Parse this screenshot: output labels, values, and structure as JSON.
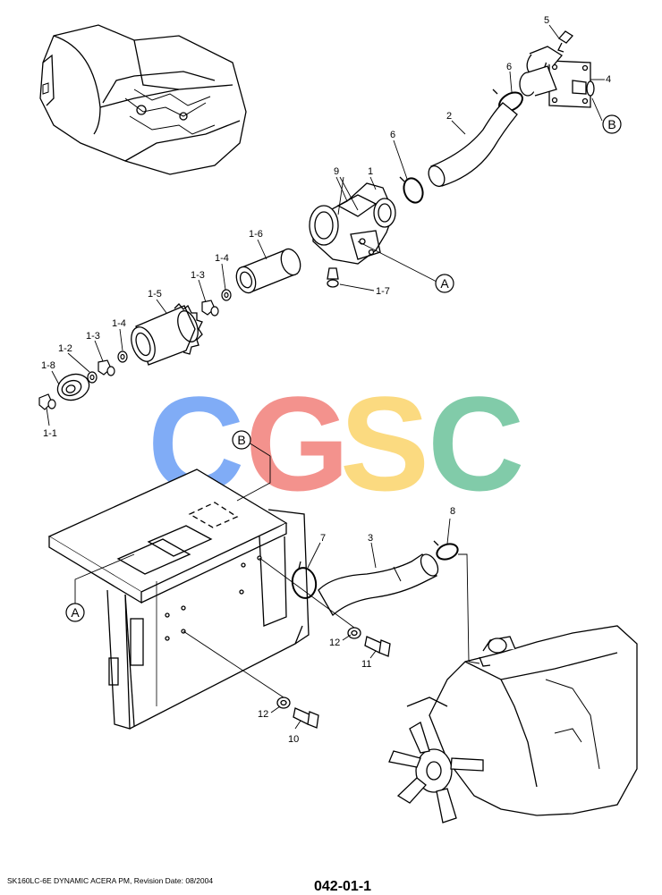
{
  "watermark": {
    "letters": [
      "C",
      "G",
      "S",
      "C"
    ],
    "colors": [
      "#6a9ef5",
      "#f27f7a",
      "#fbd46a",
      "#6cc39b"
    ]
  },
  "callouts": {
    "A": "A",
    "B": "B"
  },
  "parts": {
    "p1": "1",
    "p1_1": "1-1",
    "p1_2": "1-2",
    "p1_3": "1-3",
    "p1_4": "1-4",
    "p1_5": "1-5",
    "p1_6": "1-6",
    "p1_7": "1-7",
    "p1_8": "1-8",
    "p2": "2",
    "p3": "3",
    "p4": "4",
    "p5": "5",
    "p6": "6",
    "p7": "7",
    "p8": "8",
    "p9": "9",
    "p10": "10",
    "p11": "11",
    "p12": "12"
  },
  "footer": {
    "left": "SK160LC-6E DYNAMIC ACERA PM, Revision Date: 08/2004",
    "page_code": "042-01-1"
  }
}
